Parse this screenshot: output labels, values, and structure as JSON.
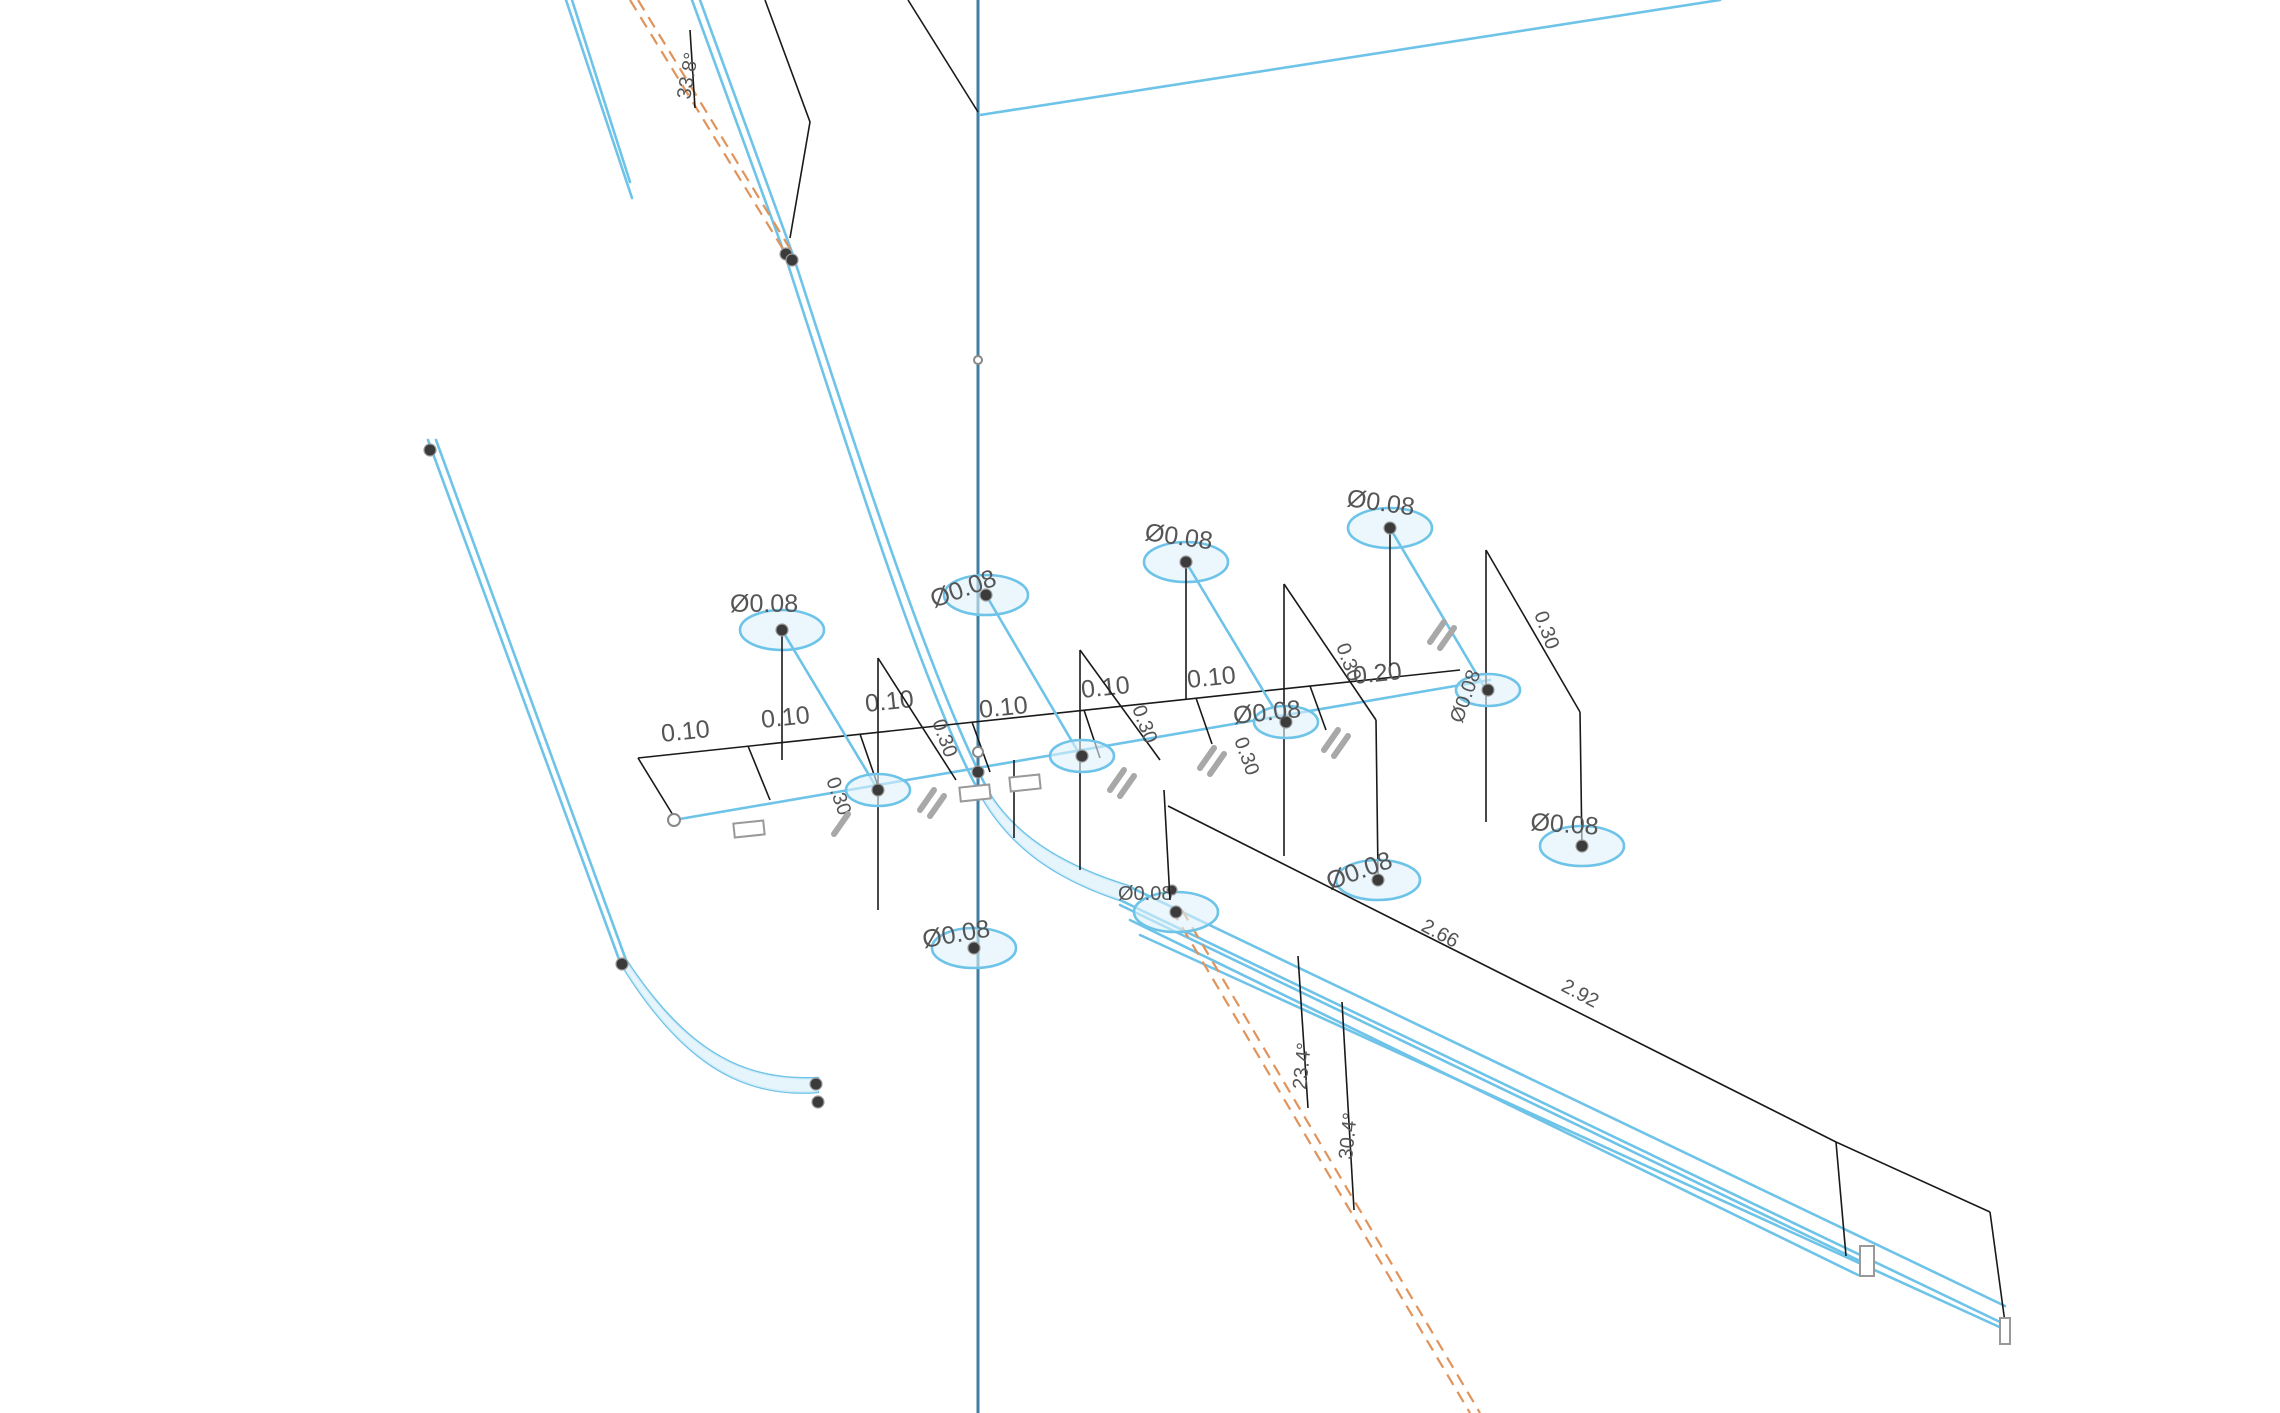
{
  "colors": {
    "sketch_line": "#6ec3e8",
    "sketch_fill": "#e2f3fb",
    "dimension": "#1a1a1a",
    "construction": "#e0935a",
    "axis": "#3f7fa3",
    "point": "#3b3b3b",
    "background": "#ffffff"
  },
  "dimensions": {
    "spacing_labels": [
      "0.10",
      "0.10",
      "0.10",
      "0.10",
      "0.10",
      "0.10",
      "0.20"
    ],
    "depth_labels": [
      "0.30",
      "0.30",
      "0.30",
      "0.30",
      "0.30",
      "0.30"
    ],
    "diameter_labels": [
      "Ø0.08",
      "Ø0.08",
      "Ø0.08",
      "Ø0.08",
      "Ø0.08",
      "Ø0.08",
      "Ø0.08",
      "Ø0.08",
      "Ø0.08"
    ],
    "length_labels": [
      "2.66",
      "2.92"
    ],
    "angle_labels": [
      "33.8°",
      "23.4°",
      "30.4°"
    ]
  },
  "icons": {
    "constraint": "parallel-constraint-icon",
    "fix": "fix-constraint-icon"
  }
}
